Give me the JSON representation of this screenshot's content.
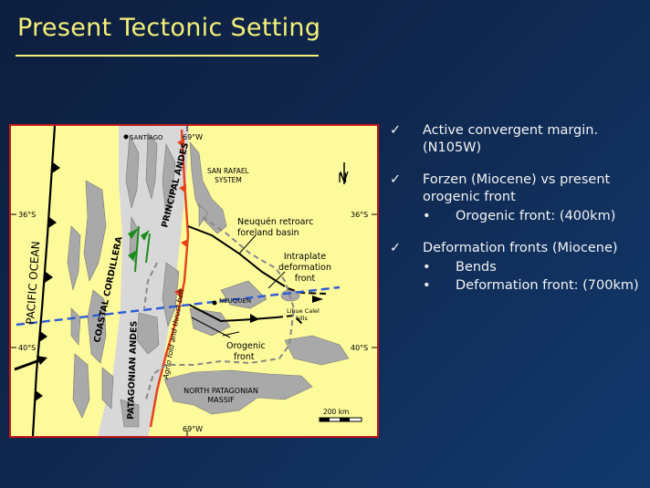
{
  "title": "Present Tectonic Setting",
  "map": {
    "labels": {
      "santiago": "SANTIAGO",
      "lon_top": "69°W",
      "lon_bottom": "69°W",
      "san_rafael_1": "SAN RAFAEL",
      "san_rafael_2": "SYSTEM",
      "north": "N",
      "lat36_left": "36°S",
      "lat36_right": "36°S",
      "lat40_left": "40°S",
      "lat40_right": "40°S",
      "principal_andes": "PRINCIPAL ANDES",
      "coastal_cordillera": "COASTAL CORDILLERA",
      "patagonian_andes": "PATAGONIAN ANDES",
      "pacific_ocean": "PACIFIC OCEAN",
      "agrio": "Agrio fold and thrust belt",
      "neuquen_basin_1": "Neuquén retroarc",
      "neuquen_basin_2": "foreland basin",
      "intraplate_1": "Intraplate",
      "intraplate_2": "deformation",
      "intraplate_3": "front",
      "neuquen_city": "NEUQUEN",
      "lihue_1": "Lihue Calel",
      "lihue_2": "hills",
      "orogenic_1": "Orogenic",
      "orogenic_2": "front",
      "npm_1": "NORTH PATAGONIAN",
      "npm_2": "MASSIF",
      "scale": "200 km"
    },
    "colors": {
      "background": "#fdfa9c",
      "relief": "#a9a9a9",
      "andes_light": "#d8d8d8",
      "orogenic_front": "#e8401a",
      "deformation_line": "#2b5bd6",
      "vergence_arrows": "#1a8c1a",
      "border": "#c01818"
    }
  },
  "bullets": [
    {
      "mark": "✓",
      "text": "Active convergent margin. (N105W)",
      "sub": []
    },
    {
      "mark": "✓",
      "text": "Forzen (Miocene) vs present orogenic front",
      "sub": [
        "Orogenic front:  (400km)"
      ]
    },
    {
      "mark": "✓",
      "text": "Deformation fronts (Miocene)",
      "sub": [
        "Bends",
        "Deformation front: (700km)"
      ]
    }
  ]
}
